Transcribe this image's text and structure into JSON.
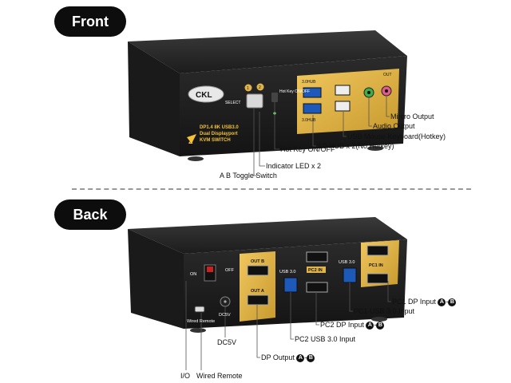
{
  "sections": {
    "front_label": "Front",
    "back_label": "Back"
  },
  "front": {
    "brand": "CKL",
    "select_label": "SELECT",
    "port_numbers": [
      "1",
      "2"
    ],
    "hotkey_label": "Hot Key ON/OFF",
    "model_line1": "DP1.4 8K USB3.0",
    "model_line2": "Dual Displayport",
    "model_line3": "KVM SWITCH",
    "port_badge": "2",
    "usb_top_label": "3.0HUB",
    "usb_bottom_label": "3.0HUB",
    "out_label": "OUT",
    "callouts": {
      "mic": "Mircro Output",
      "audio": "Audio Output",
      "usb_mouse": "USB Mouse Keyboard(Hotkey)",
      "usb_hub": "3.0 HUB x 2(No Hotkey)",
      "hotkey": "Hot Key ON/OFF",
      "led": "Indicator LED x 2",
      "toggle": "A B Toggle Switch"
    }
  },
  "back": {
    "on_label": "ON",
    "off_label": "OFF",
    "wired_remote_label": "Wired Remote",
    "dc_label": "DC5V",
    "out_b": "OUT B",
    "out_a": "OUT A",
    "usb3_label_pc2": "USB 3.0",
    "usb3_label_pc1": "USB 3.0",
    "pc2_in": "PC2 IN",
    "pc1_in": "PC1 IN",
    "callouts": {
      "pc1_dp": "PC1 DP Input",
      "pc1_usb": "PC1 USB 3.0 Input",
      "pc2_dp": "PC2 DP Input",
      "pc2_usb": "PC2 USB 3.0 Input",
      "dp_out": "DP Output",
      "dc5v": "DC5V",
      "io": "I/O",
      "wired_remote": "Wired Remote"
    },
    "badge_a": "A",
    "badge_b": "B"
  }
}
